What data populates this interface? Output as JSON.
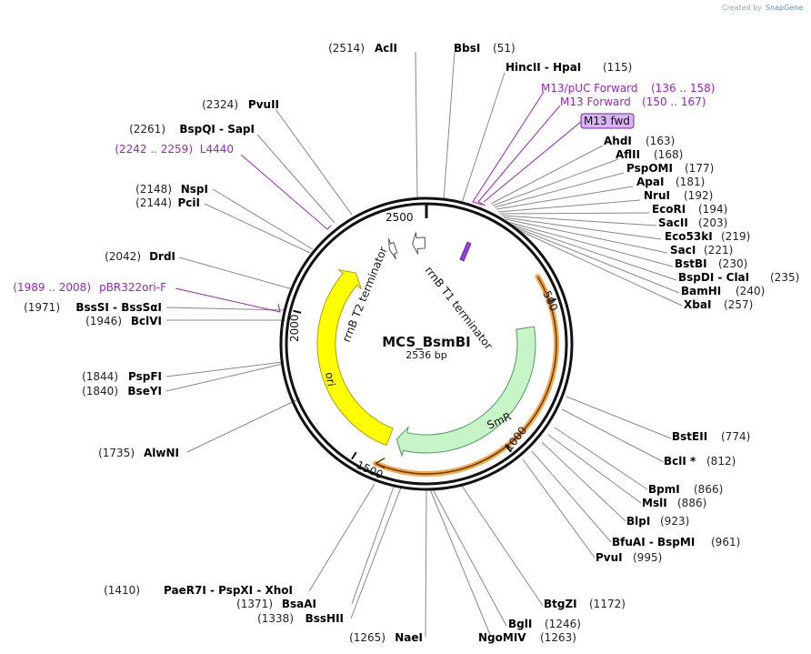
{
  "credit": "Created by",
  "credit_brand": "SnapGene",
  "plasmid": {
    "name": "MCS_BsmBI",
    "length_label": "2536 bp",
    "length": 2536
  },
  "ticks": [
    {
      "label": "500"
    },
    {
      "label": "1000"
    },
    {
      "label": "1500"
    },
    {
      "label": "2000"
    },
    {
      "label": "2500"
    }
  ],
  "features": [
    {
      "name": "SmR",
      "color": "#c8f5c8",
      "stroke": "#4a9a5a"
    },
    {
      "name": "ori",
      "color": "#ffff00",
      "stroke": "#b0a000"
    },
    {
      "name": "rrnB T1 terminator",
      "color": "#ffffff",
      "stroke": "#555555"
    },
    {
      "name": "rrnB T2 terminator",
      "color": "#ffffff",
      "stroke": "#555555"
    },
    {
      "name": "orange-band",
      "color": "#f2a74a"
    }
  ],
  "sites": [
    {
      "name": "AclI",
      "pos": "(2514)"
    },
    {
      "name": "BbsI",
      "pos": "(51)"
    },
    {
      "name": "HincII  - HpaI",
      "pos": "(115)"
    },
    {
      "name": "M13/pUC Forward",
      "pos": "(136 .. 158)",
      "primer": true
    },
    {
      "name": "M13 Forward",
      "pos": "(150 .. 167)",
      "primer": true
    },
    {
      "name": "M13 fwd",
      "pos": "",
      "primer": true,
      "boxed": true
    },
    {
      "name": "AhdI",
      "pos": "(163)"
    },
    {
      "name": "AflII",
      "pos": "(168)"
    },
    {
      "name": "PspOMI",
      "pos": "(177)"
    },
    {
      "name": "ApaI",
      "pos": "(181)"
    },
    {
      "name": "NruI",
      "pos": "(192)"
    },
    {
      "name": "EcoRI",
      "pos": "(194)"
    },
    {
      "name": "SacII",
      "pos": "(203)"
    },
    {
      "name": "Eco53kI",
      "pos": "(219)"
    },
    {
      "name": "SacI",
      "pos": "(221)"
    },
    {
      "name": "BstBI",
      "pos": "(230)"
    },
    {
      "name": "BspDI  - ClaI",
      "pos": "(235)"
    },
    {
      "name": "BamHI",
      "pos": "(240)"
    },
    {
      "name": "XbaI",
      "pos": "(257)"
    },
    {
      "name": "BstEII",
      "pos": "(774)"
    },
    {
      "name": "BclI *",
      "pos": "(812)"
    },
    {
      "name": "BpmI",
      "pos": "(866)"
    },
    {
      "name": "MslI",
      "pos": "(886)"
    },
    {
      "name": "BlpI",
      "pos": "(923)"
    },
    {
      "name": "BfuAI  - BspMI",
      "pos": "(961)"
    },
    {
      "name": "PvuI",
      "pos": "(995)"
    },
    {
      "name": "BtgZI",
      "pos": "(1172)"
    },
    {
      "name": "BglI",
      "pos": "(1246)"
    },
    {
      "name": "NgoMIV",
      "pos": "(1263)"
    },
    {
      "name": "NaeI",
      "pos": "(1265)"
    },
    {
      "name": "BssHII",
      "pos": "(1338)"
    },
    {
      "name": "BsaAI",
      "pos": "(1371)"
    },
    {
      "name": "PaeR7I  - PspXI  - XhoI",
      "pos": "(1410)"
    },
    {
      "name": "AlwNI",
      "pos": "(1735)"
    },
    {
      "name": "BseYI",
      "pos": "(1840)"
    },
    {
      "name": "PspFI",
      "pos": "(1844)"
    },
    {
      "name": "BclVI",
      "pos": "(1946)"
    },
    {
      "name": "BssSI  - BssSαI",
      "pos": "(1971)"
    },
    {
      "name": "pBR322ori-F",
      "pos": "(1989 .. 2008)",
      "primer": true
    },
    {
      "name": "DrdI",
      "pos": "(2042)"
    },
    {
      "name": "PciI",
      "pos": "(2144)"
    },
    {
      "name": "NspI",
      "pos": "(2148)"
    },
    {
      "name": "L4440",
      "pos": "(2242 .. 2259)",
      "primer": true
    },
    {
      "name": "BspQI  - SapI",
      "pos": "(2261)"
    },
    {
      "name": "PvuII",
      "pos": "(2324)"
    }
  ]
}
